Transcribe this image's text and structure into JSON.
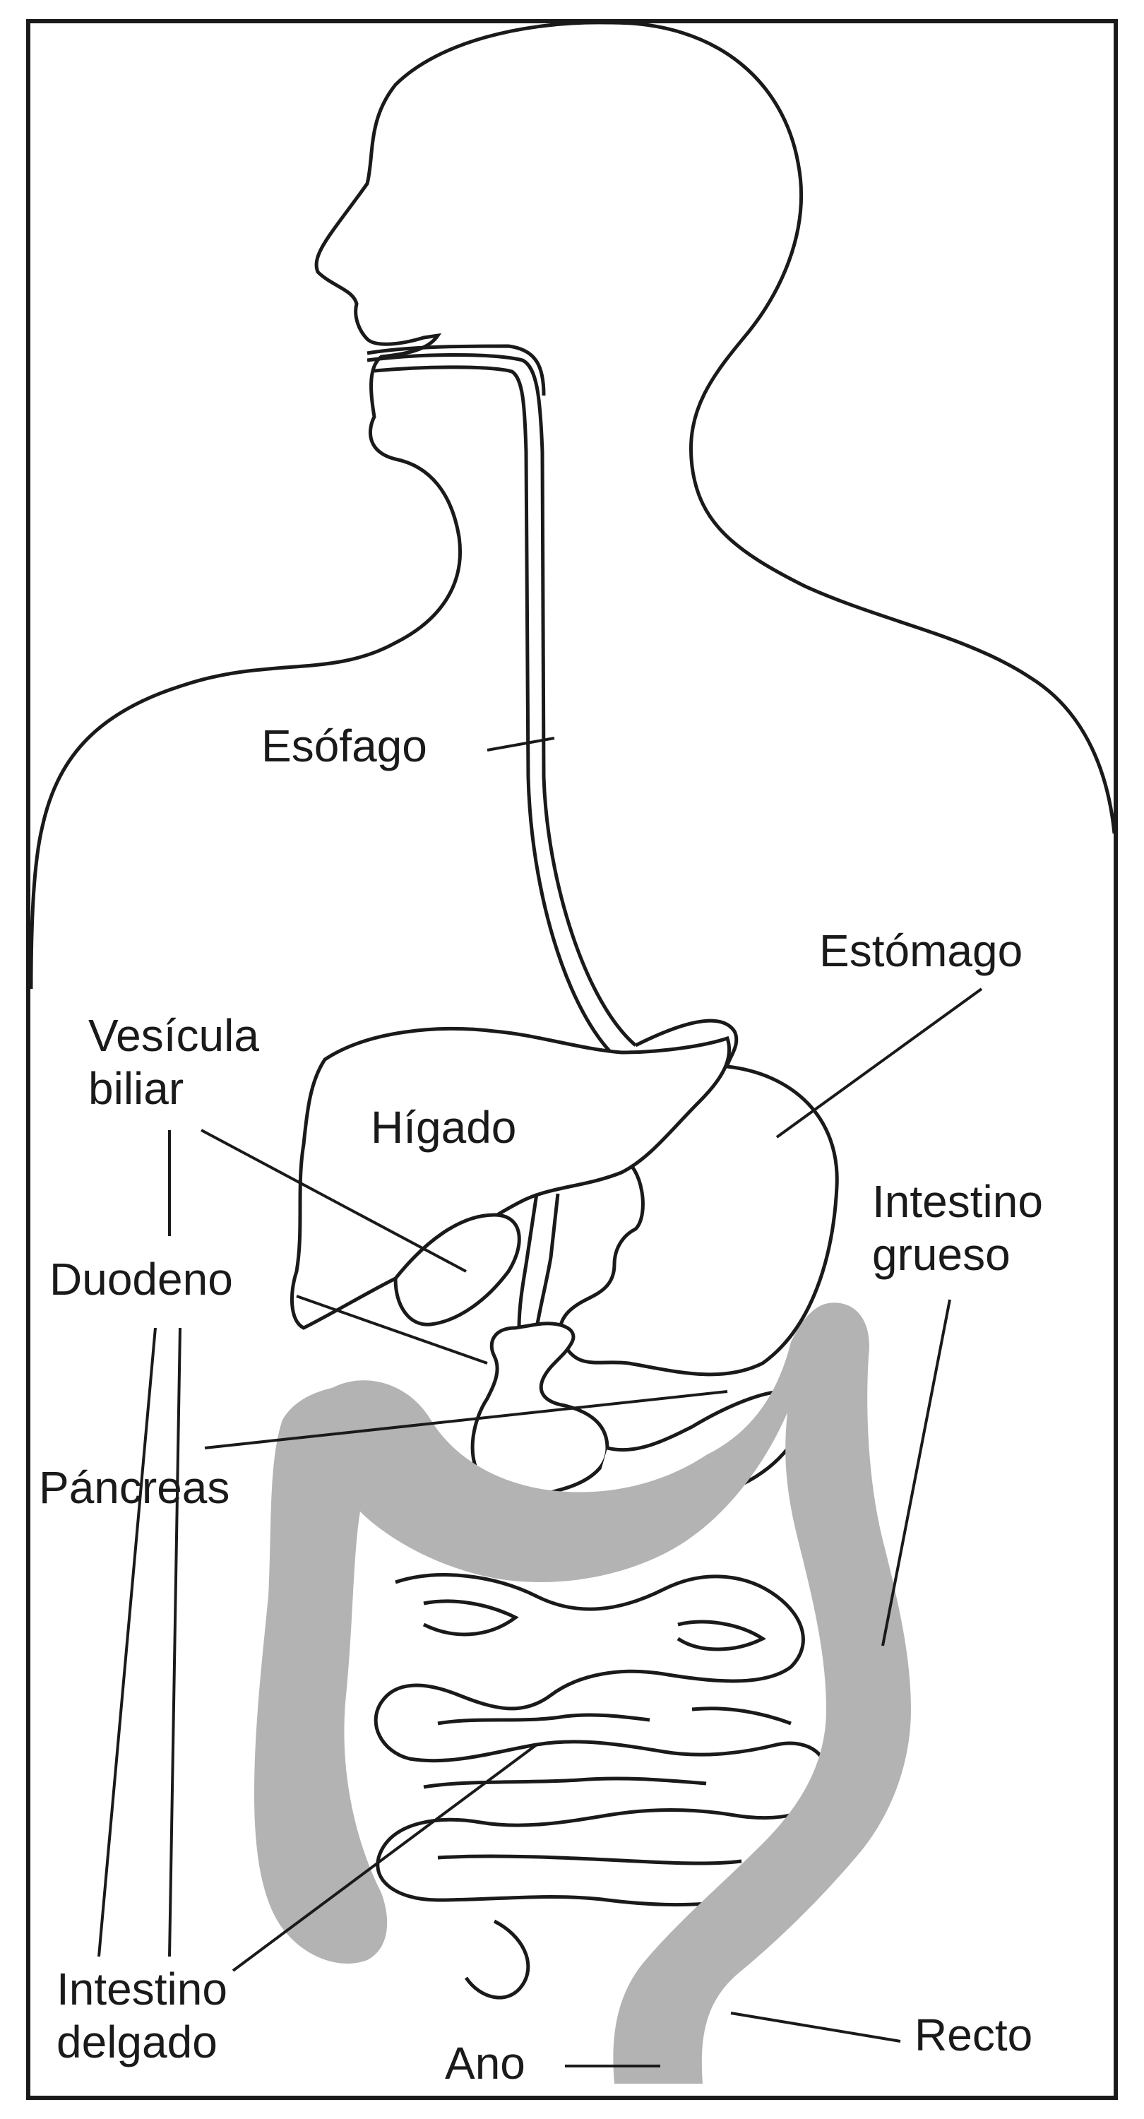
{
  "labels": {
    "esofago": "Esófago",
    "estomago": "Estómago",
    "vesicula_line1": "Vesícula",
    "vesicula_line2": "biliar",
    "higado": "Hígado",
    "intestino_grueso_line1": "Intestino",
    "intestino_grueso_line2": "grueso",
    "duodeno": "Duodeno",
    "pancreas": "Páncreas",
    "intestino_delgado_line1": "Intestino",
    "intestino_delgado_line2": "delgado",
    "ano": "Ano",
    "recto": "Recto"
  },
  "colors": {
    "outline": "#1a1a1a",
    "colon_fill": "#b3b3b3",
    "background": "#ffffff"
  }
}
